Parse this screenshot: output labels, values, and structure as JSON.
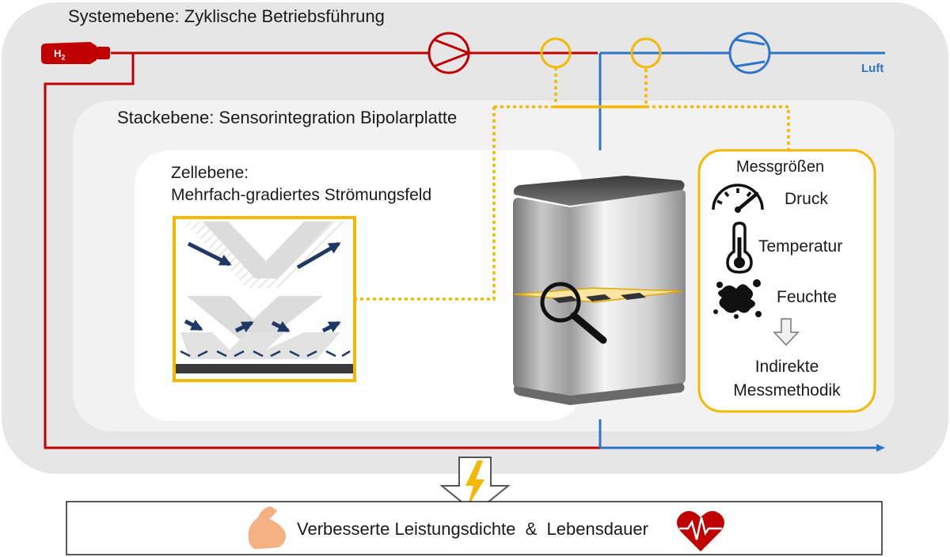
{
  "system": {
    "title": "Systemebene: Zyklische Betriebsführung"
  },
  "stack": {
    "title": "Stackebene: Sensorintegration Bipolarplatte"
  },
  "cell": {
    "title_line1": "Zellebene:",
    "title_line2": "Mehrfach-gradiertes Strömungsfeld"
  },
  "media": {
    "hydrogen": "H",
    "hydrogen_sub": "2",
    "air": "Luft"
  },
  "measurands": {
    "title": "Messgrößen",
    "items": [
      "Druck",
      "Temperatur",
      "Feuchte"
    ],
    "method_line1": "Indirekte",
    "method_line2": "Messmethodik"
  },
  "result": {
    "label": "Verbesserte Leistungsdichte  &  Lebensdauer"
  },
  "colors": {
    "hydrogen_line": "#c00000",
    "air_line": "#2e75c6",
    "sensor_ring": "#f5b800",
    "system_bg": "#e6e6e6",
    "stack_bg": "#f2f2f2",
    "arrows": "#1f3864"
  },
  "icons": {
    "hydrogen_tank": "hydrogen-bottle-icon",
    "h2_pump": "recirculation-pump-icon",
    "compressor": "air-compressor-icon",
    "pressure": "gauge-icon",
    "temperature": "thermometer-icon",
    "humidity": "splash-icon",
    "magnifier": "magnifier-icon",
    "lightning": "lightning-icon",
    "strength": "flexed-arm-icon",
    "lifetime": "heartbeat-icon"
  }
}
